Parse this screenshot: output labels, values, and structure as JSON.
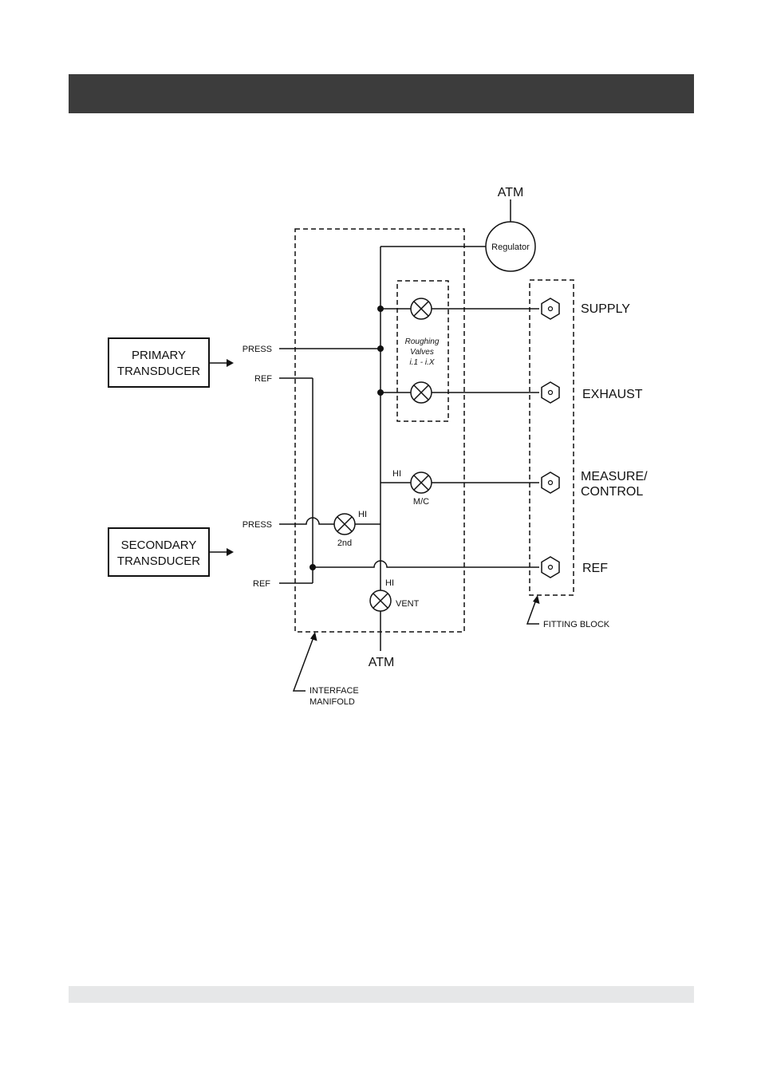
{
  "diagram": {
    "primary_transducer": {
      "line1": "PRIMARY",
      "line2": "TRANSDUCER"
    },
    "secondary_transducer": {
      "line1": "SECONDARY",
      "line2": "TRANSDUCER"
    },
    "press_label": "PRESS",
    "ref_label": "REF",
    "hi_label": "HI",
    "atm_label": "ATM",
    "regulator_label": "Regulator",
    "roughing_valves": {
      "line1": "Roughing",
      "line2": "Valves",
      "line3": "i.1 - i.X"
    },
    "mc_valve_label": "M/C",
    "second_valve_label": "2nd",
    "vent_valve_label": "VENT",
    "ports": {
      "supply": "SUPPLY",
      "exhaust": "EXHAUST",
      "measure_line1": "MEASURE/",
      "measure_line2": "CONTROL",
      "ref": "REF"
    },
    "fitting_block": "FITTING BLOCK",
    "interface_manifold": {
      "line1": "INTERFACE",
      "line2": "MANIFOLD"
    }
  }
}
